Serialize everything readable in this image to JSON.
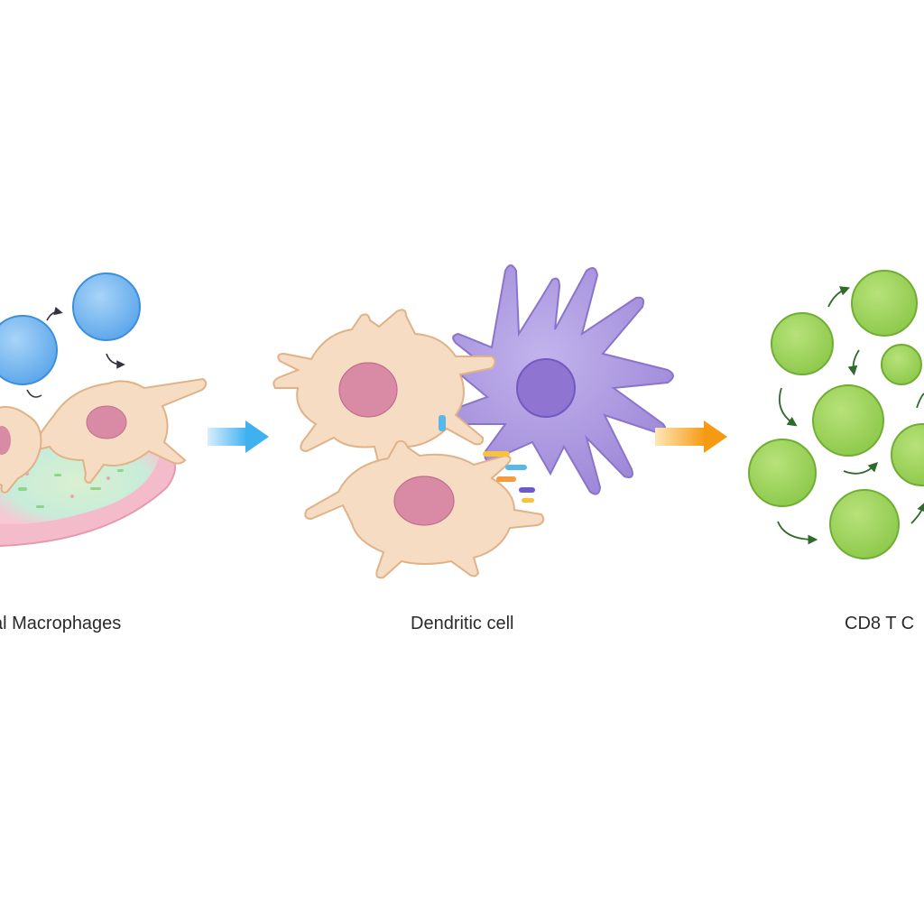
{
  "labels": {
    "macrophages": "al Macrophages",
    "dendritic": "Dendritic cell",
    "cd8": "CD8 T C"
  },
  "colors": {
    "macrophage_body": "#f5dcc0",
    "macrophage_outline": "#e0b48a",
    "nucleus": "#d88aa3",
    "dendritic_body": "#a995dc",
    "dendritic_nucleus": "#8d72d0",
    "blue_cell": "#7fbaf0",
    "green_cell": "#9fd45a",
    "green_outline": "#6fae32",
    "arrow_blue": "#52b8ee",
    "arrow_orange": "#f5a020",
    "tissue_plate": "#f3c7d2",
    "small_arrow": "#2f6a2a"
  },
  "icons": {
    "flow_arrow_1": "right-arrow-icon",
    "flow_arrow_2": "right-arrow-icon"
  }
}
